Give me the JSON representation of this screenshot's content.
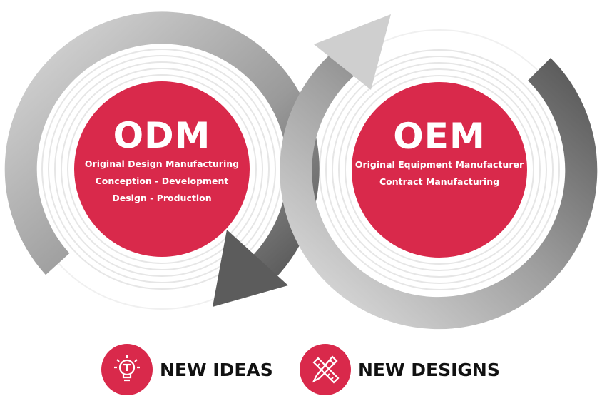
{
  "odm": {
    "title": "ODM",
    "lines": [
      "Original Design Manufacturing",
      "Conception - Development",
      "Design - Production"
    ]
  },
  "oem": {
    "title": "OEM",
    "lines": [
      "Original Equipment Manufacturer",
      "Contract Manufacturing"
    ]
  },
  "footer": [
    {
      "icon": "lightbulb-icon",
      "label": "NEW IDEAS"
    },
    {
      "icon": "pencil-ruler-icon",
      "label": "NEW DESIGNS"
    }
  ],
  "colors": {
    "accent": "#d9294b",
    "arrow_light": "#d6d6d6",
    "arrow_dark": "#5a5a5a"
  }
}
